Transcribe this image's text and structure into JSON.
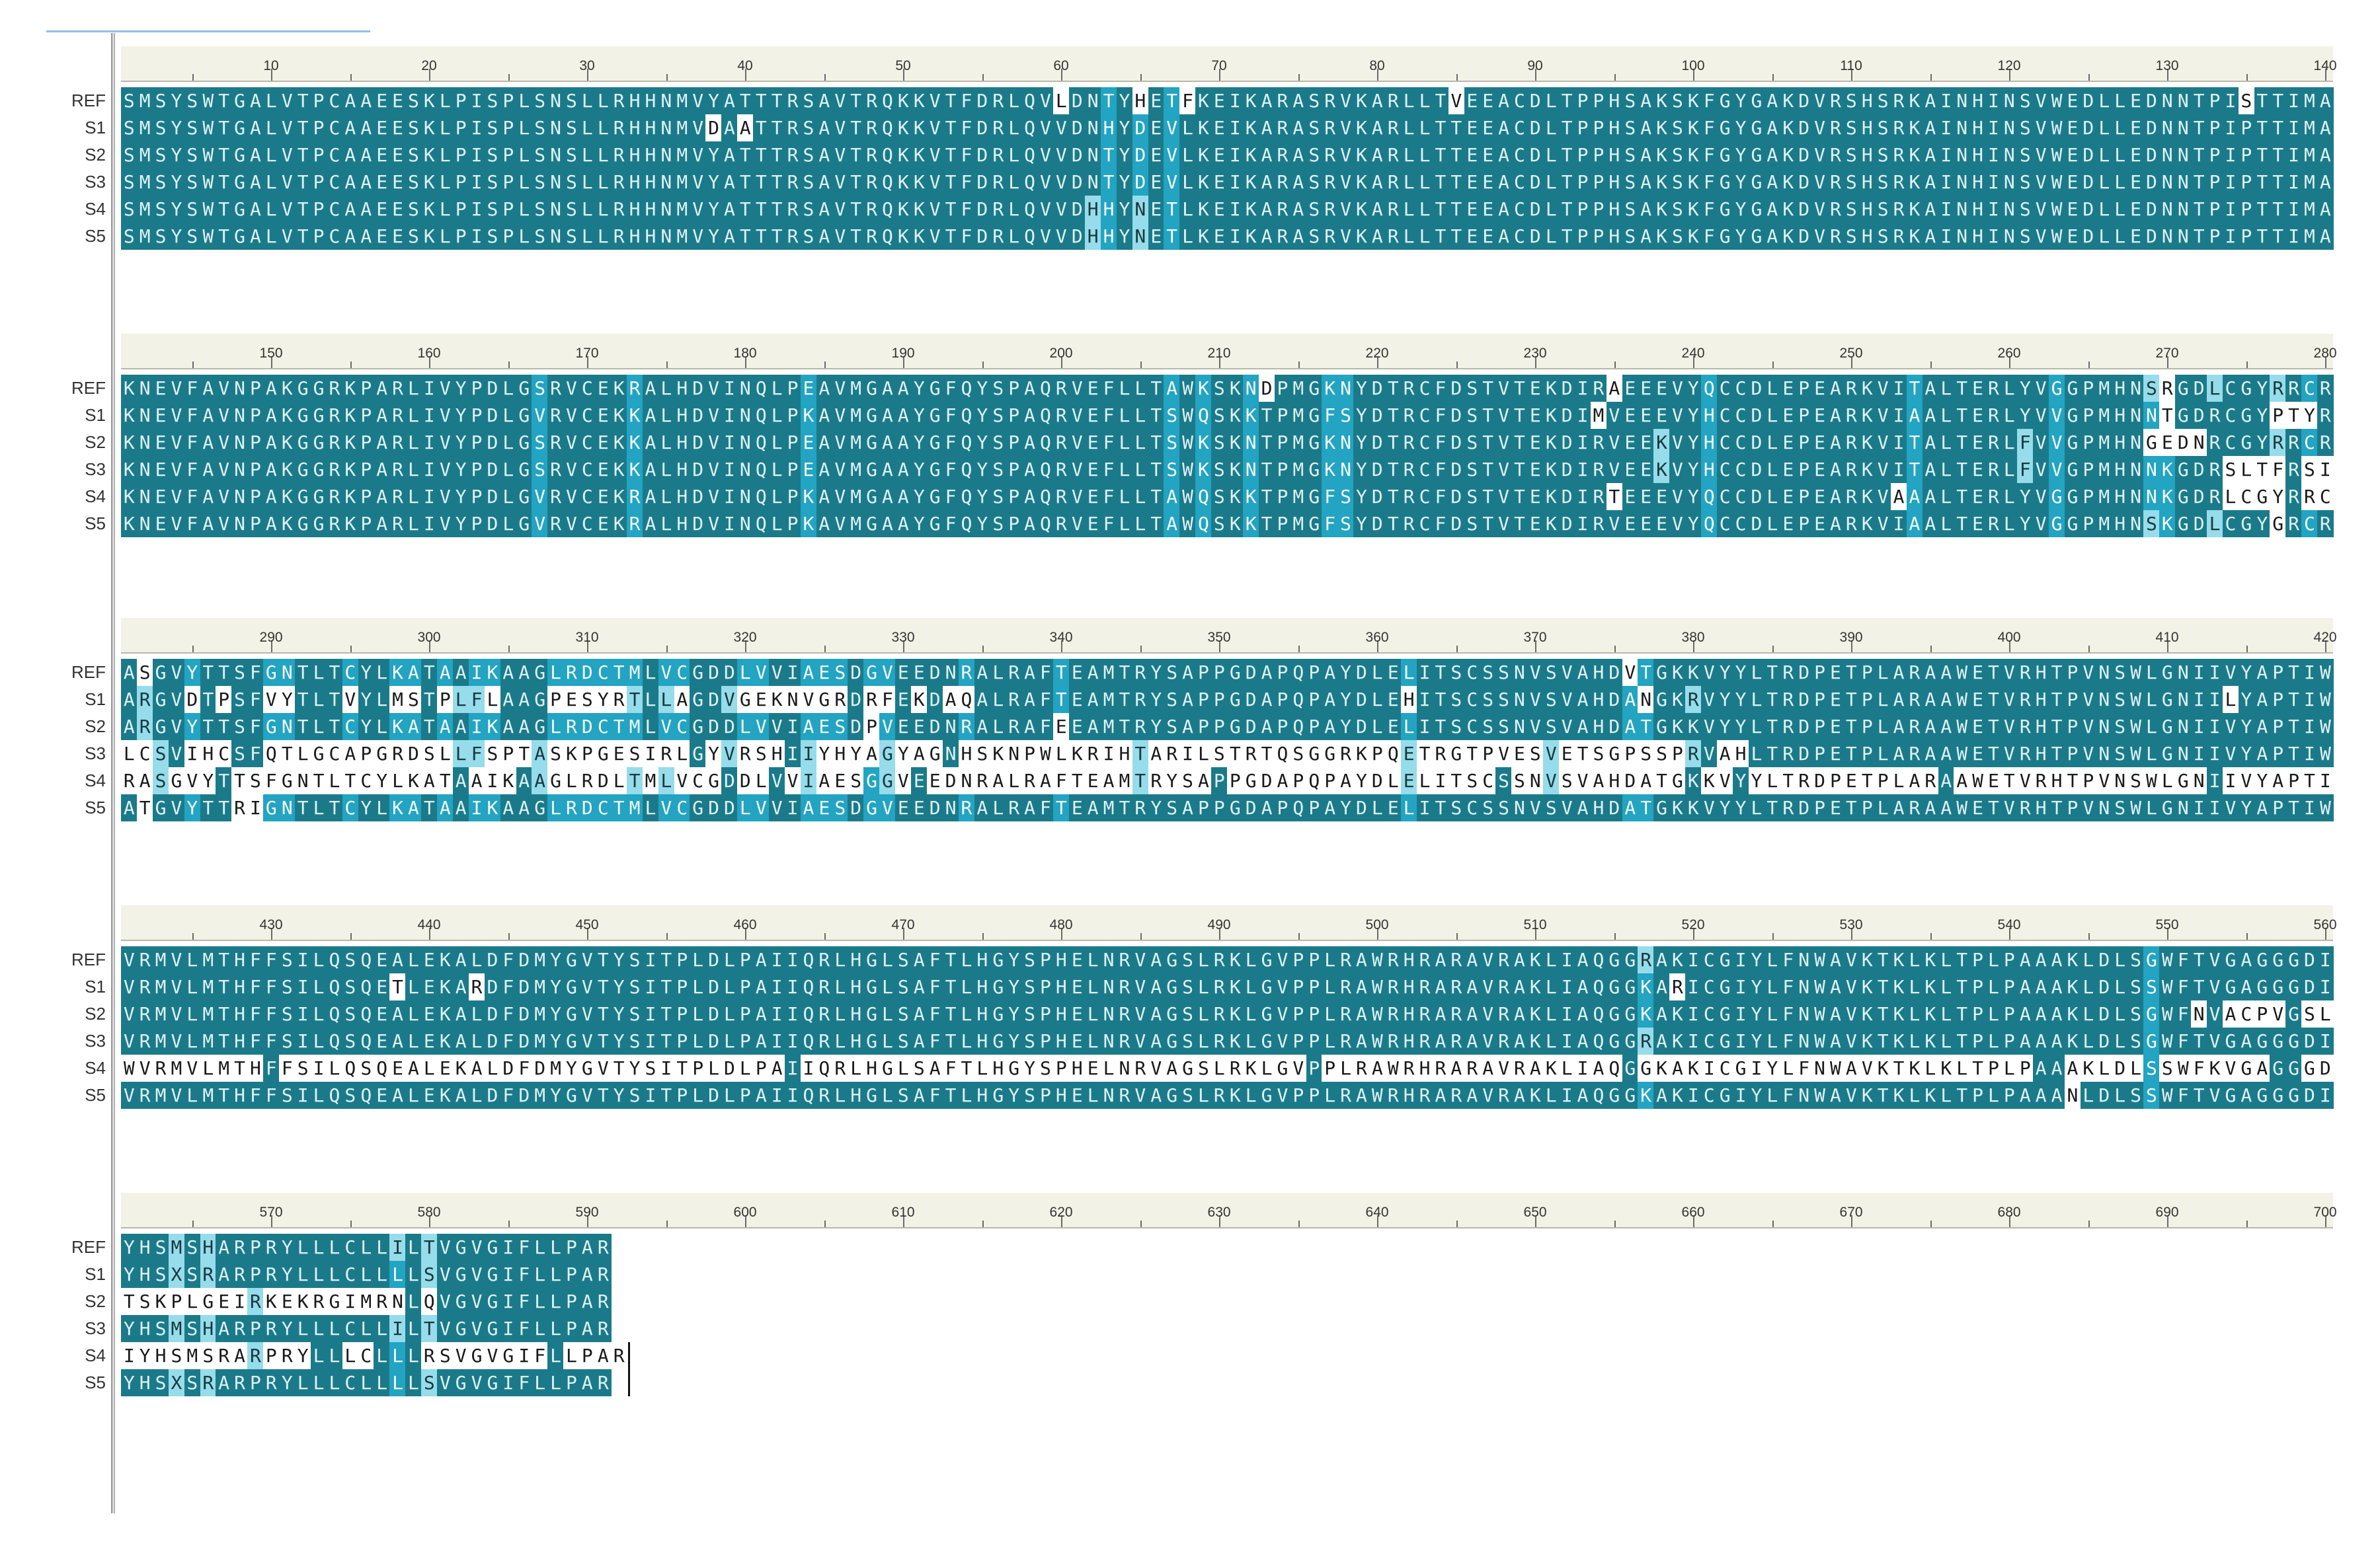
{
  "alignment": {
    "sequence_names": [
      "REF",
      "S1",
      "S2",
      "S3",
      "S4",
      "S5"
    ],
    "ruler_start": 1,
    "block_length": 140,
    "legend_colors": {
      "identical": "#1b7a8a",
      "conserved": "#22a4c2",
      "similar": "#96dcea",
      "different": "#ffffff"
    },
    "sequences": {
      "REF": "SMSYSWTGALVTPCAAEESKLPISPLSNSLLRHHNMVYATTTRSAVTRQKKVTFDRLQVLDNTYHETFKEIKARASRVKARLLTVEEACDLTPPHSAKSKFGYGAKDVRSHSRKAINHINSVWEDLLEDNNTPISTTIMAKNEVFAVNPAKGGRKPARLIVYPDLGSRVCEKRALHDVINQLPEAVMGAAYGFQYSPAQRVEFLLTAWKSKNDPMGKNYDTRCFDSTVTEKDIRAEEEVYQCCDLEPEARKVITALTERLYVGGPMHNSRGDLCGYRRCRASGVYTTSFGNTLTCYLKATAAIKAAGLRDCTMLVCGDDLVVIAESDGVEEDNRALRAFTEAMTRYSAPPGDAPQPAYDLELITSCSSNVSVAHDVTGKKVYYLTRDPETPLARAAWETVRHTPVNSWLGNIIVYAPTIWVRMVLMTHFFSILQSQEALEKALDFDMYGVTYSITPLDLPAIIQRLHGLSAFTLHGYSPHELNRVAGSLRKLGVPPLRAWRHRARAVRAKLIAQGGRAKICGIYLFNWAVKTKLKLTPLPAAAKLDLSGWFTVGAGGGDIYHSMSHARPRYLLLCLLILTVGVGIFLLPAR",
      "S1": "SMSYSWTGALVTPCAAEESKLPISPLSNSLLRHHNMVDAATTRSAVTRQKKVTFDRLQVVDNHYDEVLKEIKARASRVKARLLTTEEACDLTPPHSAKSKFGYGAKDVRSHSRKAINHINSVWEDLLEDNNTPIPTTIMAKNEVFAVNPAKGGRKPARLIVYPDLGVRVCEKKALHDVINQLPKAVMGAAYGFQYSPAQRVEFLLTSWQSKKTPMGFSYDTRCFDSTVTEKDIMVEEEVYHCCDLEPEARKVIAALTERLYVVGPMHNNTGDRCGYPTYRARGVDTPSFVYTLTVYLMSTPLFLAAGPESYRTLLAGDVGEKNVGRDRFEKDAQALRAFTEAMTRYSAPPGDAPQPAYDLEHITSCSSNVSVAHDANGKRVYYLTRDPETPLARAAWETVRHTPVNSWLGNIILYAPTIWVRMVLMTHFFSILQSQETLEKARDFDMYGVTYSITPLDLPAIIQRLHGLSAFTLHGYSPHELNRVAGSLRKLGVPPLRAWRHRARAVRAKLIAQGGKARICGIYLFNWAVKTKLKLTPLPAAAKLDLSSWFTVGAGGGDIYHSXSRARPRYLLLCLLLLSVGVGIFLLPAR",
      "S2": "SMSYSWTGALVTPCAAEESKLPISPLSNSLLRHHNMVYATTTRSAVTRQKKVTFDRLQVVDNTYDEVLKEIKARASRVKARLLTTEEACDLTPPHSAKSKFGYGAKDVRSHSRKAINHINSVWEDLLEDNNTPIPTTIMAKNEVFAVNPAKGGRKPARLIVYPDLGSRVCEKKALHDVINQLPEAVMGAAYGFQYSPAQRVEFLLTSWKSKNTPMGKNYDTRCFDSTVTEKDIRVEEKVYHCCDLEPEARKVITALTERLFVVGPMHNGEDNRCGYRRCRARGVYTTSFGNTLTCYLKATAAIKAAGLRDCTMLVCGDDLVVIAESDPVEEDNRALRAFEEAMTRYSAPPGDAPQPAYDLELITSCSSNVSVAHDATGKKVYYLTRDPETPLARAAWETVRHTPVNSWLGNIIVYAPTIWVRMVLMTHFFSILQSQEALEKALDFDMYGVTYSITPLDLPAIIQRLHGLSAFTLHGYSPHELNRVAGSLRKLGVPPLRAWRHRARAVRAKLIAQGGKAKICGIYLFNWAVKTKLKLTPLPAAAKLDLSGWFNVACPVGSLTSKPLGEIRKEKRGIMRNLQVGVGIFLLPAR",
      "S3": "SMSYSWTGALVTPCAAEESKLPISPLSNSLLRHHNMVYATTTRSAVTRQKKVTFDRLQVVDNTYDEVLKEIKARASRVKARLLTTEEACDLTPPHSAKSKFGYGAKDVRSHSRKAINHINSVWEDLLEDNNTPIPTTIMAKNEVFAVNPAKGGRKPARLIVYPDLGSRVCEKKALHDVINQLPEAVMGAAYGFQYSPAQRVEFLLTSWKSKNTPMGKNYDTRCFDSTVTEKDIRVEEKVYHCCDLEPEARKVITALTERLFVVGPMHNNKGDRSLTFRSILCSVIHCSFQTLGCAPGRDSLLFSPTASKPGESIRLGYVRSHIIYHYAGYAGNHSKNPWLKRIHTARILSTRTQSGGRKPQETRGTPVESVETSGPSSPRVAHLTRDPETPLARAAWETVRHTPVNSWLGNIIVYAPTIWVRMVLMTHFFSILQSQEALEKALDFDMYGVTYSITPLDLPAIIQRLHGLSAFTLHGYSPHELNRVAGSLRKLGVPPLRAWRHRARAVRAKLIAQGGRAKICGIYLFNWAVKTKLKLTPLPAAAKLDLSGWFTVGAGGGDIYHSMSHARPRYLLLCLLILTVGVGIFLLPAR",
      "S4": "SMSYSWTGALVTPCAAEESKLPISPLSNSLLRHHNMVYATTTRSAVTRQKKVTFDRLQVVDHHYNETLKEIKARASRVKARLLTTEEACDLTPPHSAKSKFGYGAKDVRSHSRKAINHINSVWEDLLEDNNTPIPTTIMAKNEVFAVNPAKGGRKPARLIVYPDLGVRVCEKRALHDVINQLPKAVMGAAYGFQYSPAQRVEFLLTAWQSKKTPMGFSYDTRCFDSTVTEKDIRTEEEVYQCCDLEPEARKVAAALTERLYVGGPMHNNKGDRLCGYRRCRASGVYTTSFGNTLTCYLKATAAIKAAGLRDLTMLVCGDDLVVIAESGGVEEDNRALRAFTEAMTRYSAPPGDAPQPAYDLELITSCSSNVSVAHDATGKKVYYLTRDPETPLARAAWETVRHTPVNSWLGNIIVYAPTIWVRMVLMTHFFSILQSQEALEKALDFDMYGVTYSITPLDLPAIIQRLHGLSAFTLHGYSPHELNRVAGSLRKLGVPPLRAWRHRARAVRAKLIAQGGKAKICGIYLFNWAVKTKLKLTPLPAAAKLDLSSWFKVGAGGGDIYHSMSRARPRYLLLCLLLRSVGVGIFLLPAR",
      "S5": "SMSYSWTGALVTPCAAEESKLPISPLSNSLLRHHNMVYATTTRSAVTRQKKVTFDRLQVVDHHYNETLKEIKARASRVKARLLTTEEACDLTPPHSAKSKFGYGAKDVRSHSRKAINHINSVWEDLLEDNNTPIPTTIMAKNEVFAVNPAKGGRKPARLIVYPDLGVRVCEKRALHDVINQLPKAVMGAAYGFQYSPAQRVEFLLTAWQSKKTPMGFSYDTRCFDSTVTEKDIRVEEEVYQCCDLEPEARKVIAALTERLYVGGPMHNSKGDLCGYGRCRATGVYTTRIGNTLTCYLKATAAIKAAGLRDCTMLVCGDDLVVIAESDGVEEDNRALRAFTEAMTRYSAPPGDAPQPAYDLELITSCSSNVSVAHDATGKKVYYLTRDPETPLARAAWETVRHTPVNSWLGNIIVYAPTIWVRMVLMTHFFSILQSQEALEKALDFDMYGVTYSITPLDLPAIIQRLHGLSAFTLHGYSPHELNRVAGSLRKLGVPPLRAWRHRARAVRAKLIAQGGKAKICGIYLFNWAVKTKLKLTPLPAAANLDLSSWFTVGAGGGDIYHSXSRARPRYLLLCLLLLSVGVGIFLLPAR"
    }
  }
}
